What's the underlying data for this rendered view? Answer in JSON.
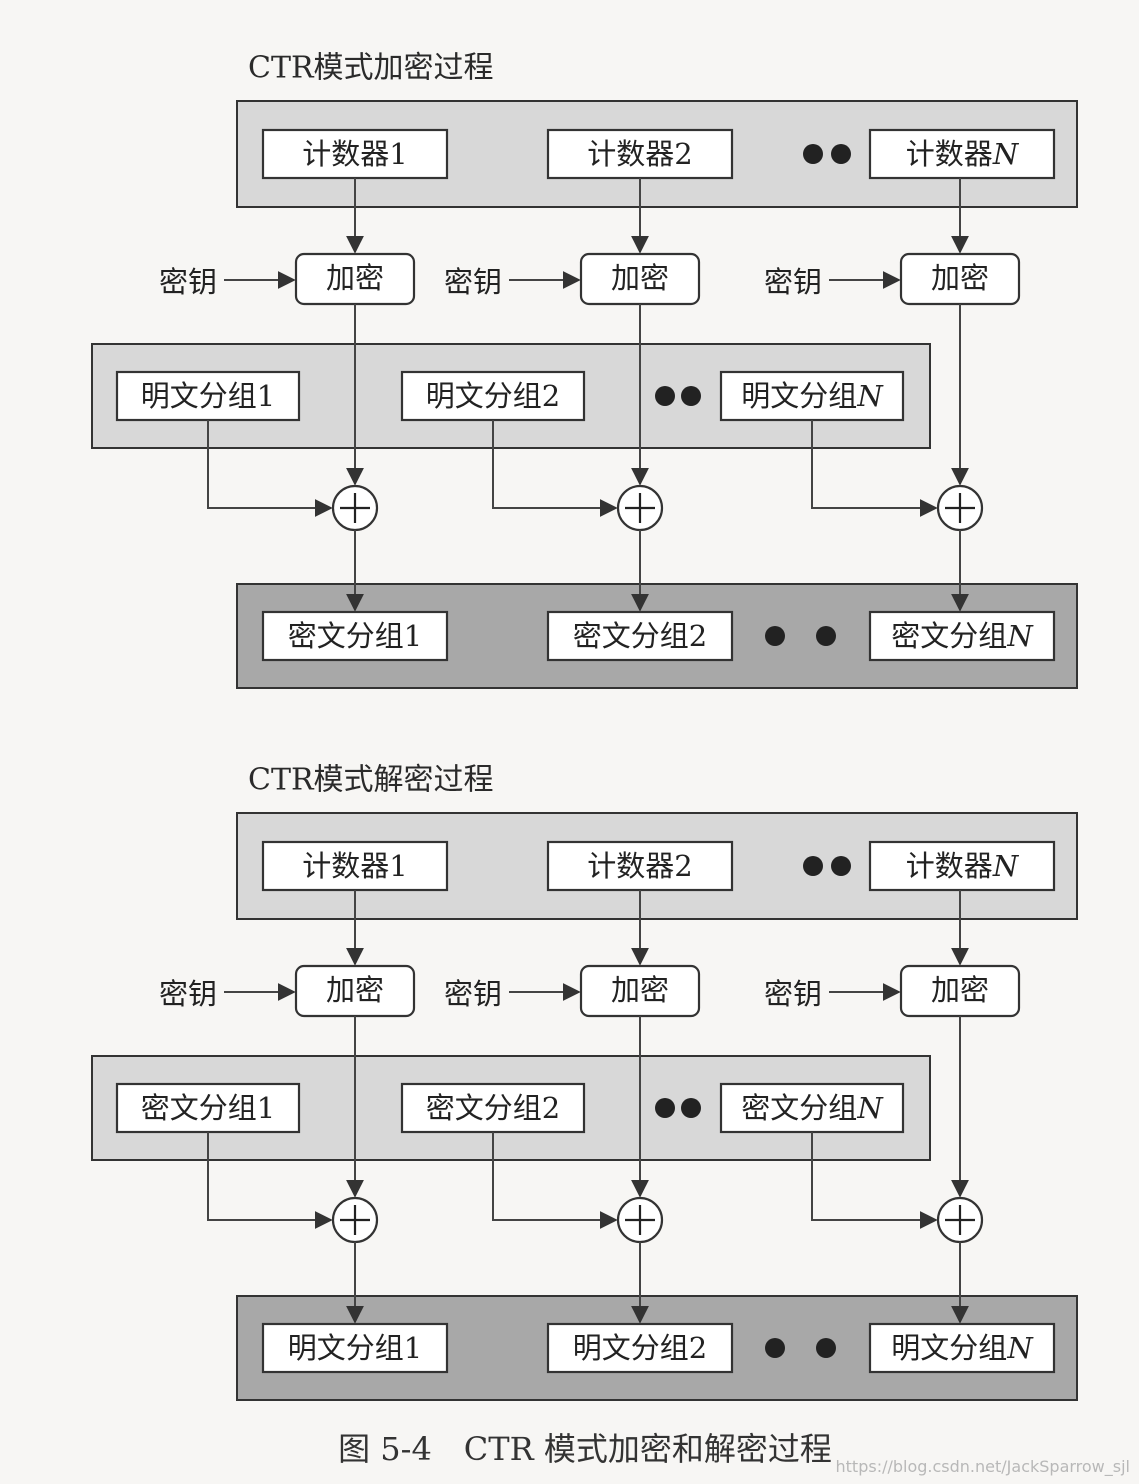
{
  "encryption": {
    "title": "CTR模式加密过程",
    "counters": [
      "计数器1",
      "计数器2",
      "计数器N"
    ],
    "encrypt_label": "加密",
    "key_label": "密钥",
    "inputs": [
      "明文分组1",
      "明文分组2",
      "明文分组N"
    ],
    "outputs": [
      "密文分组1",
      "密文分组2",
      "密文分组N"
    ]
  },
  "decryption": {
    "title": "CTR模式解密过程",
    "counters": [
      "计数器1",
      "计数器2",
      "计数器N"
    ],
    "encrypt_label": "加密",
    "key_label": "密钥",
    "inputs": [
      "密文分组1",
      "密文分组2",
      "密文分组N"
    ],
    "outputs": [
      "明文分组1",
      "明文分组2",
      "明文分组N"
    ]
  },
  "caption": "图 5-4　CTR 模式加密和解密过程",
  "watermark": "https://blog.csdn.net/JackSparrow_sjl"
}
